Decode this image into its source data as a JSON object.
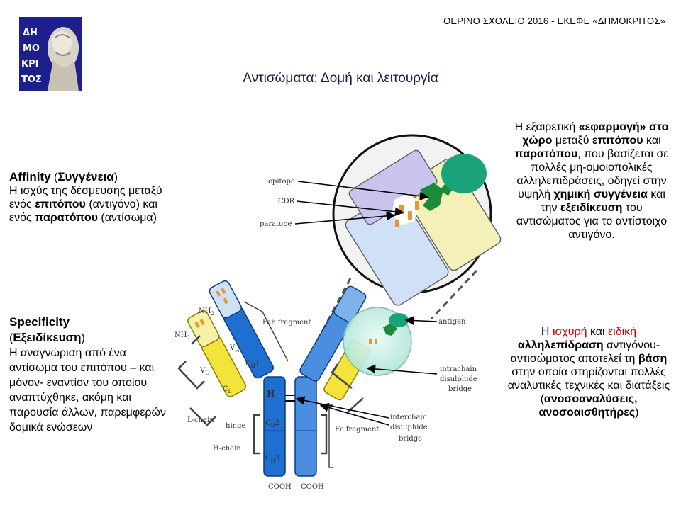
{
  "header": {
    "text": "ΘΕΡΙΝΟ ΣΧΟΛΕΙΟ 2016 - ΕΚΕΦΕ «ΔΗΜΟΚΡΙΤΟΣ»"
  },
  "logo": {
    "lines": [
      "ΔΗ",
      "ΜΟ",
      "ΚΡΙ",
      "ΤΟΣ"
    ],
    "bg_color": "#1d1f8c"
  },
  "title": "Αντισώματα: Δομή και λειτουργία",
  "affinity": {
    "term": "Affinity",
    "term_gr": "Συγγένεια",
    "s1": "Η ισχύς της δέσμευσης μεταξύ ενός",
    "b1": "επιτόπου",
    "s2": "(αντιγόνο) και ενός",
    "b2": "παρατόπου",
    "s3": "(αντίσωμα)"
  },
  "specificity": {
    "term": "Specificity",
    "term_gr": "Εξειδίκευση",
    "body": "Η αναγνώριση από ένα αντίσωμα του επιτόπου – και μόνον- εναντίον του οποίου αναπτύχθηκε, ακόμη και παρουσία άλλων, παρεμφερών δομικά ενώσεων"
  },
  "right1": {
    "s1": "Η εξαιρετική",
    "b1": "«εφαρμογή» στο χώρο",
    "s2": "μεταξύ",
    "b2": "επιτόπου",
    "s3": "και",
    "b3": "παρατόπου",
    "s4": ", που βασίζεται σε πολλές μη-ομοιοπολικές αλληλεπιδράσεις, οδηγεί στην υψηλή",
    "b4": "χημική συγγένεια",
    "s5": "και την",
    "b5": "εξειδίκευση",
    "s6": "του αντισώματος για το αντίστοιχο αντιγόνο."
  },
  "right2": {
    "s1": "Η",
    "r1": "ισχυρή",
    "s2": "και",
    "r2": "ειδική",
    "b1": "αλληλεπίδραση",
    "s3": "αντιγόνου-αντισώματος αποτελεί τη",
    "b2": "βάση",
    "s4": "στην οποία στηρίζονται πολλές αναλυτικές τεχνικές και διατάξεις (",
    "b3": "ανοσοαναλύσεις, ανοσοαισθητήρες",
    "s5": ")"
  },
  "diagram_labels": {
    "epitope": "epitope",
    "cdr": "CDR",
    "paratope": "paratope",
    "nh2_top": "NH",
    "nh2_left": "NH",
    "sub2": "2",
    "fab_fragment": "Fab fragment",
    "antigen": "antigen",
    "vh": "V",
    "vl": "V",
    "ch1": "C",
    "cl": "C",
    "h_hinge": "H",
    "l_chain": "L-chain",
    "hinge": "hinge",
    "h_chain": "H-chain",
    "ch2": "C",
    "ch3": "C",
    "fc_fragment": "Fc fragment",
    "intrachain_1": "intrachain",
    "intrachain_2": "disulphide",
    "intrachain_3": "bridge",
    "interchain_1": "interchain",
    "interchain_2": "disulphide",
    "interchain_3": "bridge",
    "cooh_left": "COOH",
    "cooh_right": "COOH",
    "sub_h": "H",
    "sub_l": "L",
    "sub_1": "1",
    "sub_2": "2",
    "sub_3": "3"
  },
  "colors": {
    "heavy_chain": "#1f6fd1",
    "heavy_chain_light": "#7fb2ec",
    "light_chain": "#f4e33a",
    "variable_light": "#cfe0f7",
    "antigen_green": "#1b8a3a",
    "antigen_teal": "#1aa37a",
    "zoom_bg": "#f2f2f2",
    "highlight_red": "#c00000"
  }
}
